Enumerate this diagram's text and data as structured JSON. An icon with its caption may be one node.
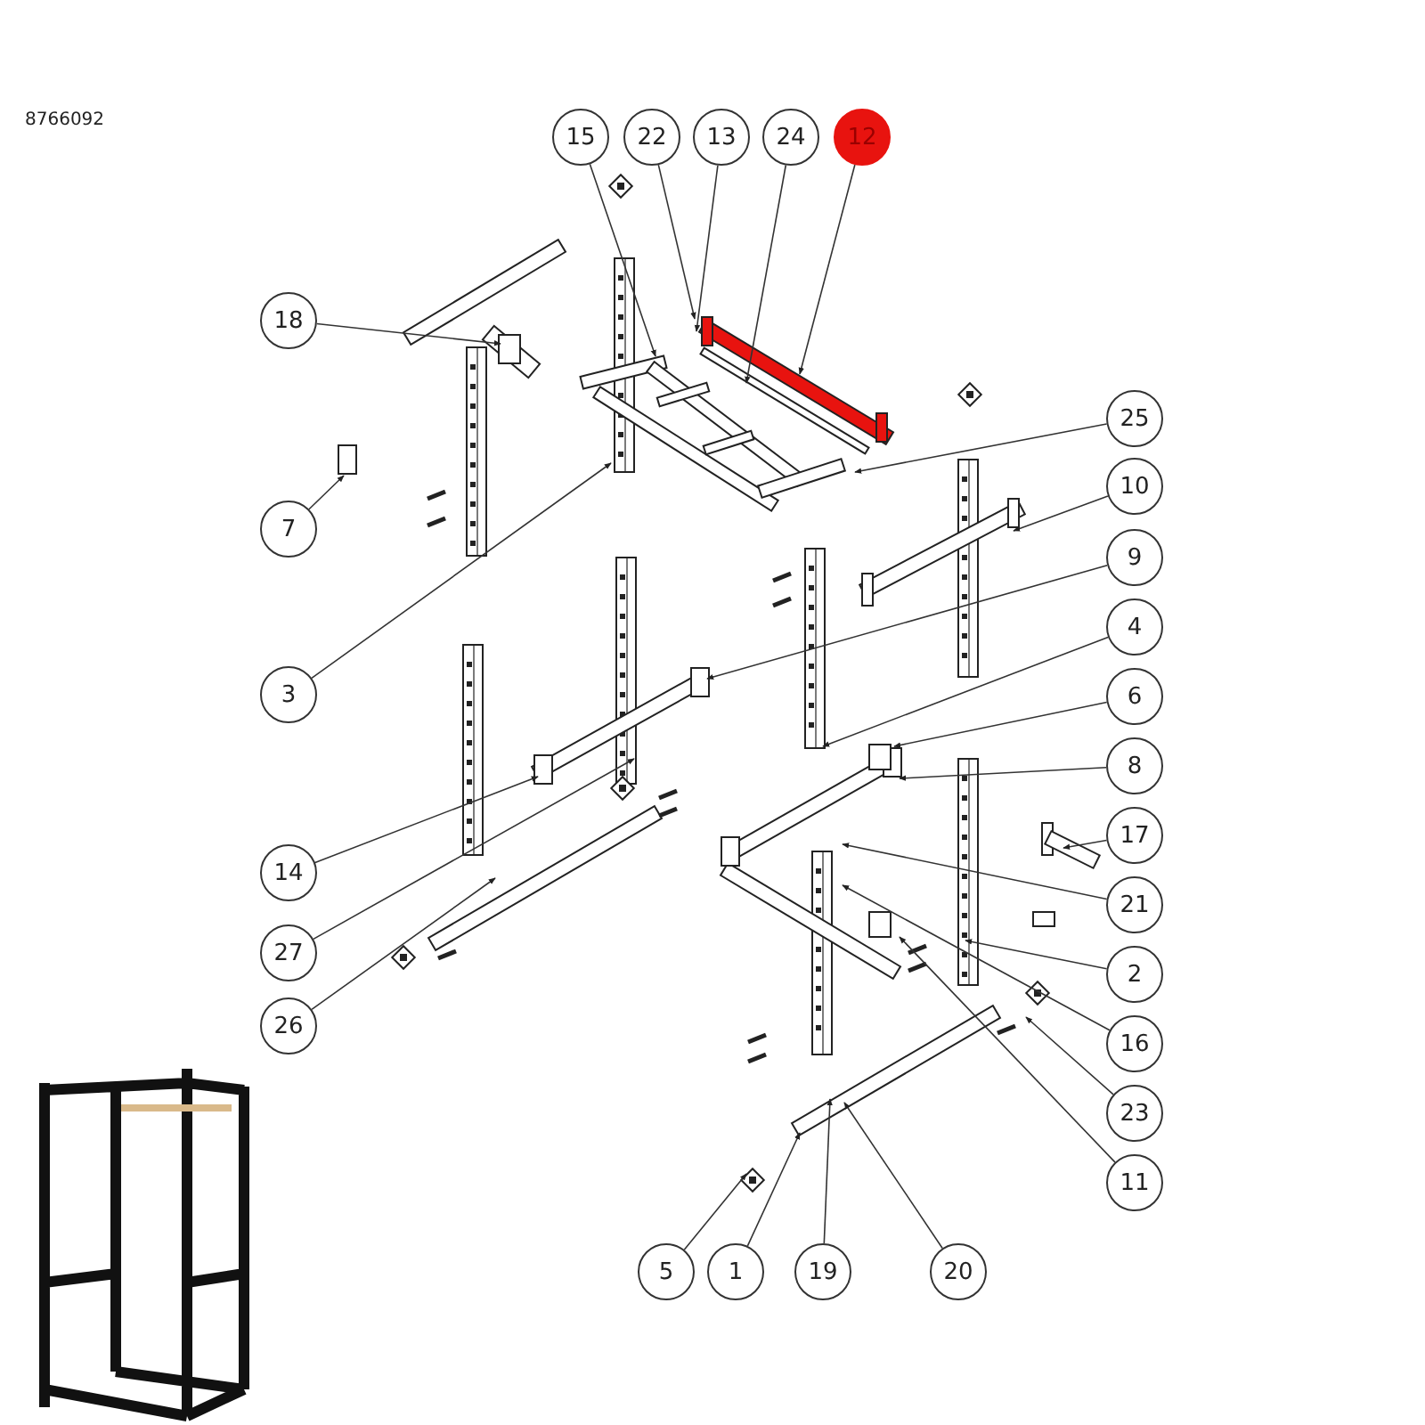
{
  "diagram": {
    "nodes": [
      {
        "text": [
          "15"
        ]
      },
      {
        "text": [
          "22"
        ]
      },
      {
        "text": [
          "13"
        ]
      },
      {
        "text": [
          "24"
        ]
      },
      {
        "text": [
          "12"
        ]
      },
      {
        "text": [
          "18"
        ]
      },
      {
        "text": [
          "25"
        ]
      },
      {
        "text": [
          "10"
        ]
      },
      {
        "text": [
          "7"
        ]
      },
      {
        "text": [
          "9"
        ]
      },
      {
        "text": [
          "3"
        ]
      },
      {
        "text": [
          "4"
        ]
      },
      {
        "text": [
          "6"
        ]
      },
      {
        "text": [
          "8"
        ]
      },
      {
        "text": [
          "14"
        ]
      },
      {
        "text": [
          "17"
        ]
      },
      {
        "text": [
          "27"
        ]
      },
      {
        "text": [
          "21"
        ]
      },
      {
        "text": [
          "2"
        ]
      },
      {
        "text": [
          "26"
        ]
      },
      {
        "text": [
          "16"
        ]
      },
      {
        "text": [
          "23"
        ]
      },
      {
        "text": [
          "11"
        ]
      },
      {
        "text": [
          "5"
        ]
      },
      {
        "text": [
          "1"
        ]
      },
      {
        "text": [
          "19"
        ]
      },
      {
        "text": [
          "20"
        ]
      }
    ],
    "edges": [
      {
        "from": 0,
        "to": null,
        "arrow": "to"
      },
      {
        "from": 1,
        "to": null,
        "arrow": "to"
      },
      {
        "from": 2,
        "to": null,
        "arrow": "to"
      },
      {
        "from": 3,
        "to": null,
        "arrow": "to"
      },
      {
        "from": 4,
        "to": null,
        "arrow": "to"
      },
      {
        "from": 5,
        "to": null,
        "arrow": "to"
      },
      {
        "from": 6,
        "to": null,
        "arrow": "to"
      },
      {
        "from": 7,
        "to": null,
        "arrow": "to"
      },
      {
        "from": 8,
        "to": null,
        "arrow": "to"
      },
      {
        "from": 9,
        "to": null,
        "arrow": "to"
      },
      {
        "from": 10,
        "to": null,
        "arrow": "to"
      },
      {
        "from": 11,
        "to": null,
        "arrow": "to"
      },
      {
        "from": 12,
        "to": null,
        "arrow": "to"
      },
      {
        "from": 13,
        "to": null,
        "arrow": "to"
      },
      {
        "from": 14,
        "to": null,
        "arrow": "to"
      },
      {
        "from": 15,
        "to": null,
        "arrow": "to"
      },
      {
        "from": 16,
        "to": null,
        "arrow": "to"
      },
      {
        "from": 17,
        "to": null,
        "arrow": "to"
      },
      {
        "from": 18,
        "to": null,
        "arrow": "to"
      },
      {
        "from": 19,
        "to": null,
        "arrow": "to"
      },
      {
        "from": 20,
        "to": null,
        "arrow": "to"
      },
      {
        "from": 21,
        "to": null,
        "arrow": "to"
      },
      {
        "from": 22,
        "to": null,
        "arrow": "to"
      },
      {
        "from": 23,
        "to": null,
        "arrow": "to"
      },
      {
        "from": 24,
        "to": null,
        "arrow": "to"
      },
      {
        "from": 25,
        "to": null,
        "arrow": "to"
      },
      {
        "from": 26,
        "to": null,
        "arrow": "to"
      }
    ],
    "labels": [
      "8766092"
    ]
  }
}
